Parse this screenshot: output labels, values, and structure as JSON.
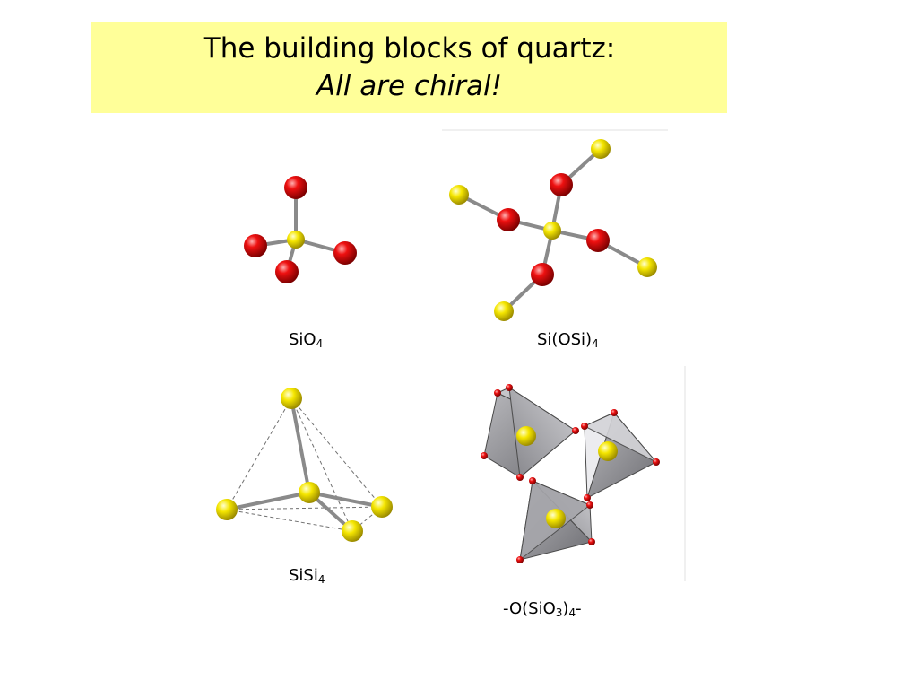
{
  "slide": {
    "title": "The building blocks of quartz:",
    "subtitle": "All are chiral!"
  },
  "labels": {
    "sio4": {
      "base": "SiO",
      "sub": "4"
    },
    "siosi4": {
      "base": "Si(OSi)",
      "sub": "4"
    },
    "sisi4": {
      "base": "SiSi",
      "sub": "4"
    },
    "osio34": {
      "pre": "-O(SiO",
      "sub1": "3",
      "mid": ")",
      "sub2": "4",
      "post": "-"
    }
  },
  "colors": {
    "title_bg": "#ffff99",
    "oxygen": "#e00000",
    "silicon": "#f0e000",
    "bond": "#8a8a8a",
    "tetra_face": "#9a9a9f"
  }
}
